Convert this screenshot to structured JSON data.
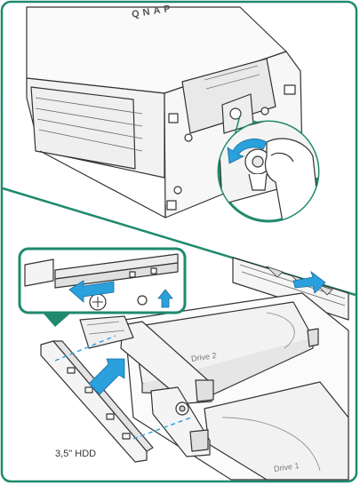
{
  "labels": {
    "brand": "QNAP",
    "hdd_size": "3,5\" HDD",
    "drive_2": "Drive 2",
    "drive_1": "Drive 1"
  },
  "icons": [
    "screw-icon",
    "arrow-left-icon",
    "arrow-up-icon",
    "arrow-insert-icon",
    "rotate-arrow-icon",
    "finger-icon"
  ],
  "colors": {
    "accent_green": "#1f8a6e",
    "arrow_blue": "#2aa0dc",
    "line": "#333333",
    "panel_fill": "#f4f4f4"
  }
}
